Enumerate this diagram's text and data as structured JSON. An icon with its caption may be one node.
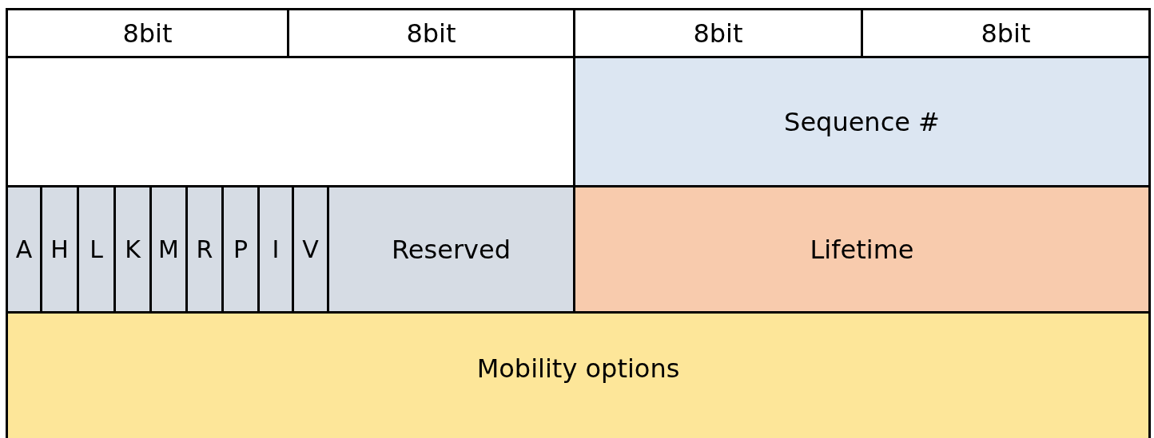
{
  "diagram": {
    "nodes": [
      {
        "text": [
          "8bit"
        ]
      },
      {
        "text": [
          "8bit"
        ]
      },
      {
        "text": [
          "8bit"
        ]
      },
      {
        "text": [
          "8bit"
        ]
      },
      {
        "text": [],
        "shape": "box"
      },
      {
        "text": [
          "Sequence #"
        ]
      },
      {
        "text": [
          "A"
        ]
      },
      {
        "text": [
          "H"
        ]
      },
      {
        "text": [
          "L"
        ]
      },
      {
        "text": [
          "K"
        ]
      },
      {
        "text": [
          "M"
        ]
      },
      {
        "text": [
          "R"
        ]
      },
      {
        "text": [
          "P"
        ]
      },
      {
        "text": [
          "I"
        ]
      },
      {
        "text": [
          "V"
        ]
      },
      {
        "text": [
          "Reserved"
        ]
      },
      {
        "text": [
          "Lifetime"
        ]
      },
      {
        "text": [
          "Mobility options"
        ]
      }
    ]
  }
}
